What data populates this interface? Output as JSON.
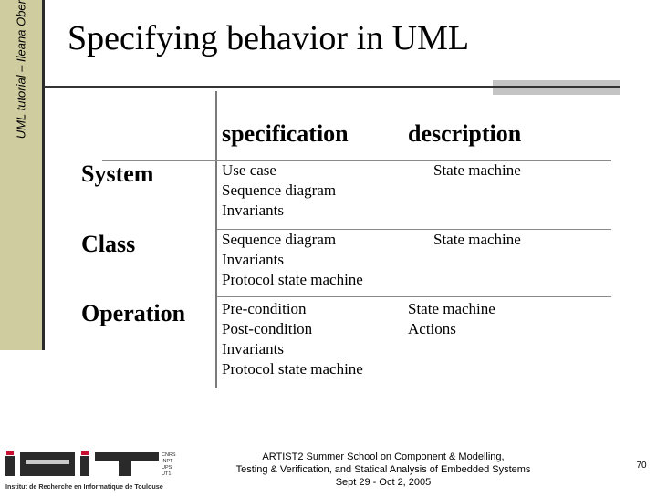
{
  "sidebar": {
    "text": "UML tutorial – Ileana Ober"
  },
  "slide": {
    "title": "Specifying behavior in UML"
  },
  "table": {
    "headers": [
      "specification",
      "description"
    ],
    "rows": [
      {
        "name": "System",
        "specification": [
          "Use case",
          "Sequence diagram",
          "Invariants"
        ],
        "description": [
          "State machine"
        ]
      },
      {
        "name": "Class",
        "specification": [
          "Sequence diagram",
          "Invariants",
          "Protocol state machine"
        ],
        "description": [
          "State machine"
        ]
      },
      {
        "name": "Operation",
        "specification": [
          "Pre-condition",
          "Post-condition",
          "Invariants",
          "Protocol state machine"
        ],
        "description": [
          "State machine",
          "Actions"
        ]
      }
    ]
  },
  "footer": {
    "logo_text": "IRIT",
    "logo_caption": "Institut de Recherche en Informatique de Toulouse",
    "logo_side_lines": [
      "CNRS",
      "INPT",
      "UPS",
      "UT1"
    ],
    "lines": [
      "ARTIST2 Summer School on Component & Modelling,",
      "Testing & Verification, and Statical Analysis of Embedded Systems",
      "Sept 29 - Oct 2, 2005"
    ],
    "page_number": "70"
  },
  "colors": {
    "sidebar": "#cfcc9f",
    "rule": "#333333",
    "gray_bar": "#c4c4c4",
    "logo_dark": "#2a2a2a",
    "logo_red": "#c8102e"
  }
}
